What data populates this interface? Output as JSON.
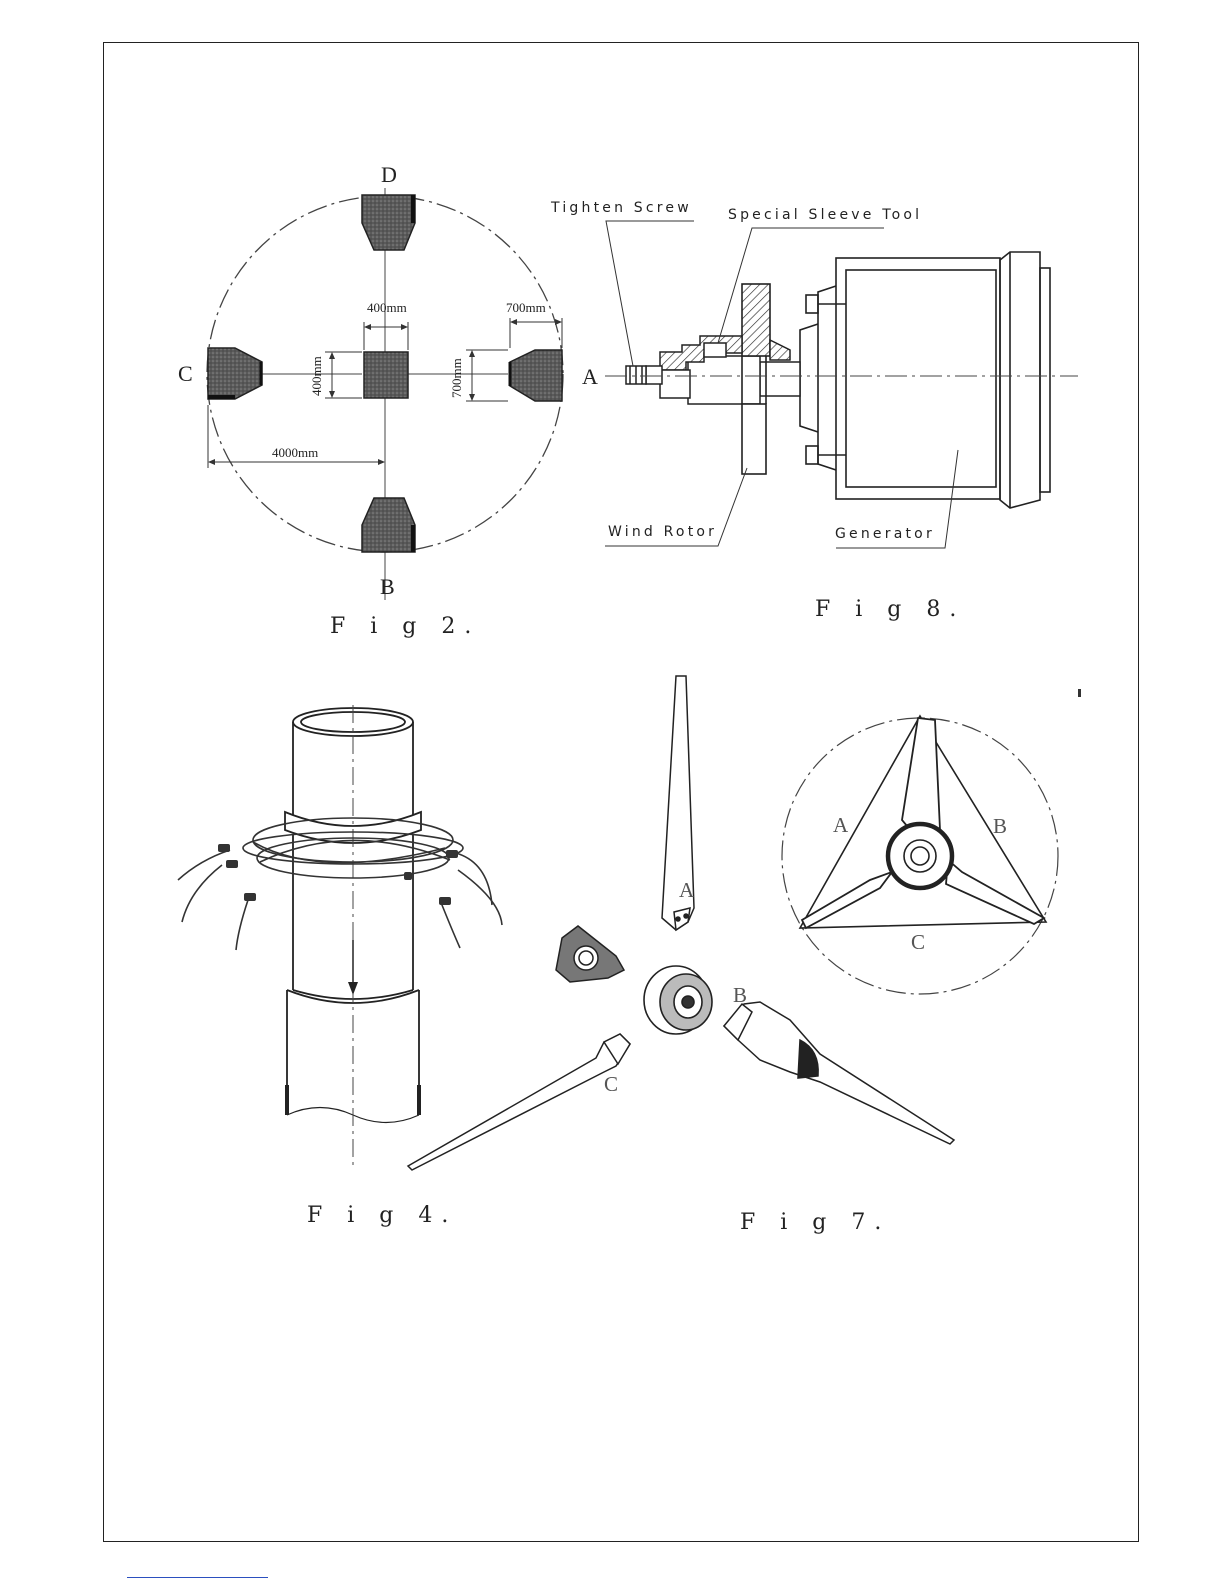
{
  "figures": {
    "fig2": {
      "caption": "F i g 2.",
      "points": {
        "a": "A",
        "b": "B",
        "c": "C",
        "d": "D"
      },
      "dimensions": {
        "center_width": "400mm",
        "center_height": "400mm",
        "anchor_width": "700mm",
        "anchor_height": "700mm",
        "radius": "4000mm"
      }
    },
    "fig8": {
      "caption": "F i g 8.",
      "labels": {
        "tighten_screw": "Tighten Screw",
        "special_sleeve_tool": "Special Sleeve Tool",
        "wind_rotor": "Wind Rotor",
        "generator": "Generator"
      }
    },
    "fig4": {
      "caption": "F i g 4."
    },
    "fig7": {
      "caption": "F i g 7.",
      "blade_labels": {
        "a": "A",
        "b": "B",
        "c": "C"
      },
      "circle_labels": {
        "a": "A",
        "b": "B",
        "c": "C"
      }
    }
  },
  "colors": {
    "ink": "#222222",
    "fill": "#555555",
    "link": "#2b4fbf"
  }
}
